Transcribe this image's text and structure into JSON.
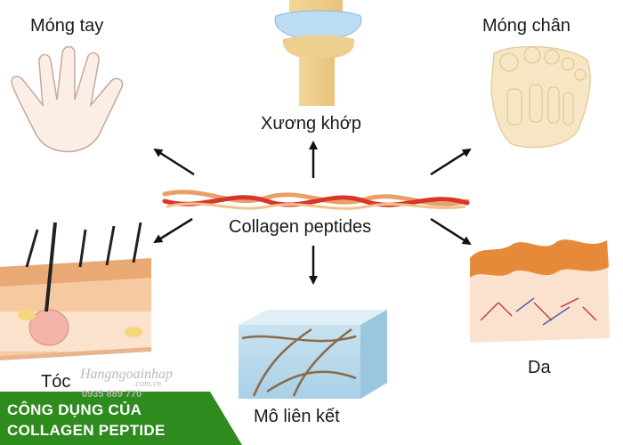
{
  "labels": {
    "fingernail": "Móng tay",
    "toenail": "Móng chân",
    "joint": "Xương khớp",
    "center": "Collagen peptides",
    "hair": "Tóc",
    "skin": "Da",
    "tissue": "Mô liên kết"
  },
  "banner": {
    "line1": "CÔNG DỤNG CỦA",
    "line2": "COLLAGEN PEPTIDE",
    "color": "#2e8b1e"
  },
  "watermark": {
    "site": "Hangngoainhap",
    "domain": ".com.vn",
    "phone": "0935 889 770"
  },
  "icons": [
    "hand-icon",
    "foot-bones-icon",
    "knee-joint-icon",
    "collagen-strand-icon",
    "hair-follicle-icon",
    "skin-layer-icon",
    "connective-tissue-icon"
  ]
}
